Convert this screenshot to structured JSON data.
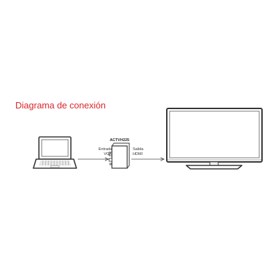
{
  "title": "Diagrama de conexión",
  "device": {
    "name": "ACTVH225",
    "input_label_line1": "Entrada",
    "input_label_line2": "VGA",
    "output_label_line1": "Salida",
    "output_label_line2": "HDMI"
  },
  "colors": {
    "title": "#d8262b",
    "line": "#333333",
    "background": "#ffffff"
  },
  "icons": [
    "laptop-icon",
    "adapter-box-icon",
    "tv-icon",
    "arrow-icon"
  ]
}
